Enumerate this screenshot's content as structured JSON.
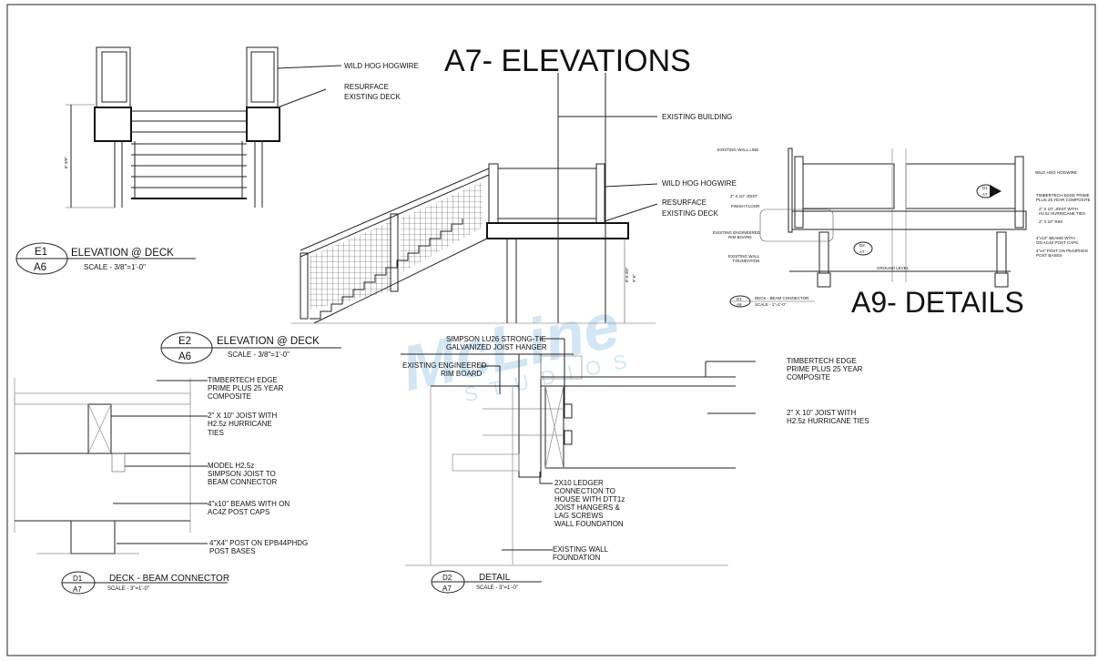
{
  "sheet": {
    "title_elevations": "A7- ELEVATIONS",
    "title_details": "A9- DETAILS"
  },
  "watermark": {
    "brand": "McLine",
    "sub": "STUDIOS",
    "color": "#7fb8e0"
  },
  "e1": {
    "tag_top": "E1",
    "tag_bottom": "A6",
    "title": "ELEVATION @ DECK",
    "scale": "SCALE - 3/8\"=1'-0\"",
    "dim": "8'-3/8\"",
    "labels": [
      "WILD HOG HOGWIRE",
      "RESURFACE",
      "EXISTING DECK"
    ]
  },
  "e2": {
    "tag_top": "E2",
    "tag_bottom": "A6",
    "title": "ELEVATION @ DECK",
    "scale": "SCALE - 3/8\"=1'-0\"",
    "dim1": "8'-0 3/8\"",
    "dim2": "9'-6\"",
    "labels": [
      "EXISTING BUILDING",
      "WILD HOG HOGWIRE",
      "RESURFACE",
      "EXISTING DECK"
    ]
  },
  "a9": {
    "labels_left": [
      "EXISTING WALL LINE",
      "2\" X 10\" JOIST",
      "FINISH FLOOR",
      "EXISTING ENGINEERED",
      "RIM BOARD",
      "EXISTING WALL",
      "FOUNDATION"
    ],
    "labels_right": [
      "WILD HOG HOGWIRE",
      "TIMBERTECH EDGE PRIME",
      "PLUS 25 YEAR COMPOSITE",
      "2\" X 10\" JOIST WITH",
      "H2.5z HURRICANE TIES",
      "2\" X 10\" RIM",
      "4\"x10\" BEAMS WITH",
      "ON AC4Z POST CAPS",
      "4\"x4\" POST ON PE44PHDG",
      "POST BASES"
    ],
    "ground": "GROUND LEVEL",
    "callout_d1": {
      "top": "D1",
      "bottom": "A7"
    },
    "callout_d2": {
      "top": "D2",
      "bottom": "A7"
    },
    "tag_top": "D1",
    "tag_bottom": "A9",
    "title": "DECK - BEAM CONNECTOR",
    "scale": "SCALE - 1\"=1'-0\""
  },
  "d1": {
    "tag_top": "D1",
    "tag_bottom": "A7",
    "title": "DECK - BEAM CONNECTOR",
    "scale": "SCALE - 3\"=1'-0\"",
    "labels": [
      [
        "TIMBERTECH EDGE",
        "PRIME PLUS 25 YEAR",
        "COMPOSITE"
      ],
      [
        "2\" X 10\"  JOIST WITH",
        "H2.5z HURRICANE",
        "TIES"
      ],
      [
        "MODEL H2.5z",
        "SIMPSON JOIST TO",
        "BEAM CONNECTOR"
      ],
      [
        "4\"x10\"  BEAMS WITH ON",
        "AC4Z POST CAPS"
      ],
      [
        "4\"X4\" POST ON EPB44PHDG",
        "POST BASES"
      ]
    ]
  },
  "d2": {
    "tag_top": "D2",
    "tag_bottom": "A7",
    "title": "DETAIL",
    "scale": "SCALE - 3\"=1'-0\"",
    "labels": [
      [
        "SIMPSON LU26 STRONG-TIE",
        "GALVANIZED JOIST HANGER"
      ],
      [
        "EXISTING ENGINEERED",
        "RIM BOARD"
      ],
      [
        "TIMBERTECH EDGE",
        "PRIME PLUS 25 YEAR",
        "COMPOSITE"
      ],
      [
        "2\" X 10\"  JOIST WITH",
        "H2.5z HURRICANE TIES"
      ],
      [
        "2X10 LEDGER",
        "CONNECTION TO",
        "HOUSE WITH DTT1z",
        "JOIST HANGERS &",
        "LAG SCREWS",
        "WALL FOUNDATION"
      ],
      [
        "EXISTING WALL",
        "FOUNDATION"
      ]
    ]
  }
}
